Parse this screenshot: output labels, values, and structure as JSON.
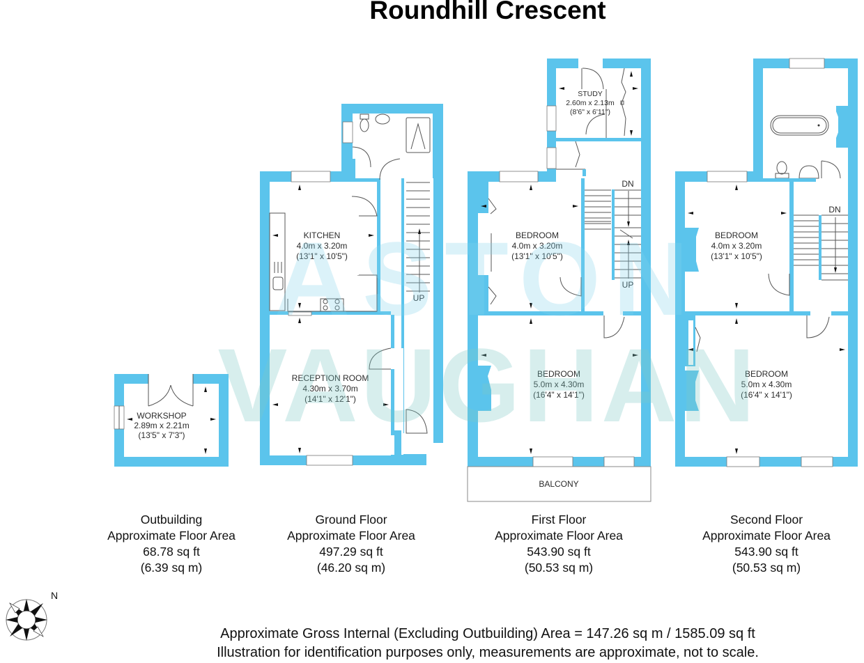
{
  "title": "Roundhill Crescent",
  "brand_watermark": {
    "line1": "ASTON",
    "line2": "VAUGHAN",
    "colors": {
      "top": "#7fd3ec",
      "bottom": "#7cc9c6"
    }
  },
  "colors": {
    "wall": "#5bc4ec",
    "text": "#2b2b2b"
  },
  "rooms": {
    "workshop": {
      "name": "WORKSHOP",
      "metric": "2.89m x 2.21m",
      "imperial": "(13'5\" x 7'3\")"
    },
    "kitchen": {
      "name": "KITCHEN",
      "metric": "4.0m x 3.20m",
      "imperial": "(13'1\" x 10'5\")"
    },
    "reception": {
      "name": "RECEPTION ROOM",
      "metric": "4.30m x 3.70m",
      "imperial": "(14'1\" x 12'1\")"
    },
    "study": {
      "name": "STUDY",
      "metric": "2.60m x 2.13m",
      "imperial": "(8'6\" x 6'11\")"
    },
    "ff_bedroom_rear": {
      "name": "BEDROOM",
      "metric": "4.0m x 3.20m",
      "imperial": "(13'1\" x 10'5\")"
    },
    "ff_bedroom_front": {
      "name": "BEDROOM",
      "metric": "5.0m x 4.30m",
      "imperial": "(16'4\" x 14'1\")"
    },
    "balcony": {
      "name": "BALCONY"
    },
    "sf_bedroom_rear": {
      "name": "BEDROOM",
      "metric": "4.0m x 3.20m",
      "imperial": "(13'1\" x 10'5\")"
    },
    "sf_bedroom_front": {
      "name": "BEDROOM",
      "metric": "5.0m x 4.30m",
      "imperial": "(16'4\" x 14'1\")"
    }
  },
  "stair_labels": {
    "ground_up": "UP",
    "first_dn": "DN",
    "first_up": "UP",
    "second_dn": "DN"
  },
  "floors": [
    {
      "name": "Outbuilding",
      "label": "Approximate Floor Area",
      "sqft": "68.78 sq ft",
      "sqm": "(6.39 sq m)"
    },
    {
      "name": "Ground Floor",
      "label": "Approximate Floor Area",
      "sqft": "497.29 sq ft",
      "sqm": "(46.20 sq m)"
    },
    {
      "name": "First Floor",
      "label": "Approximate Floor Area",
      "sqft": "543.90 sq ft",
      "sqm": "(50.53 sq m)"
    },
    {
      "name": "Second Floor",
      "label": "Approximate Floor Area",
      "sqft": "543.90 sq ft",
      "sqm": "(50.53 sq m)"
    }
  ],
  "compass": {
    "icon": "compass-rose-icon",
    "north_label": "N"
  },
  "footer": {
    "gross_area": "Approximate Gross Internal (Excluding Outbuilding) Area = 147.26 sq m / 1585.09 sq ft",
    "disclaimer": "Illustration for identification purposes only, measurements are approximate, not to scale."
  }
}
